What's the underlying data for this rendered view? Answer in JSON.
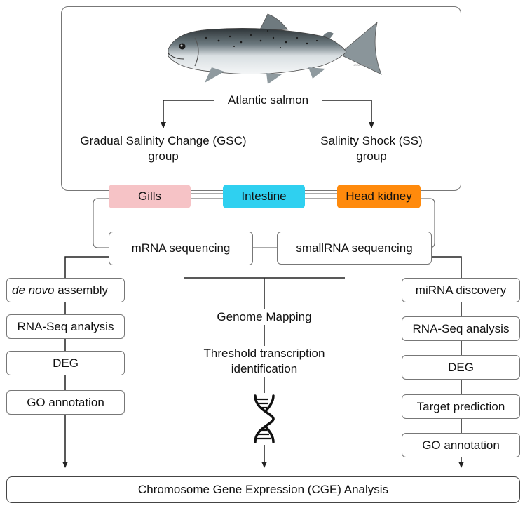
{
  "species": {
    "name": "Atlantic salmon",
    "watermark": "NOAA Fisheries"
  },
  "groups": {
    "gsc": [
      "Gradual Salinity Change (GSC)",
      "group"
    ],
    "ss": [
      "Salinity Shock (SS)",
      "group"
    ]
  },
  "tissues": [
    {
      "label": "Gills",
      "color": "#f6c3c6"
    },
    {
      "label": "Intestine",
      "color": "#2fd0f0"
    },
    {
      "label": "Head kidney",
      "color": "#ff8a0c"
    }
  ],
  "sequencing": {
    "mrna": "mRNA sequencing",
    "small": "smallRNA sequencing"
  },
  "left_steps": {
    "first_italic": "de novo",
    "first_rest": " assembly",
    "rest": [
      "RNA-Seq analysis",
      "DEG",
      "GO annotation"
    ]
  },
  "middle_steps": [
    "Genome Mapping",
    "Threshold transcription",
    "identification"
  ],
  "right_steps": [
    "miRNA discovery",
    "RNA-Seq analysis",
    "DEG",
    "Target prediction",
    "GO annotation"
  ],
  "bottom": {
    "label": "Chromosome Gene Expression (CGE) Analysis"
  },
  "colors": {
    "stroke": "#777777",
    "arrow": "#222222"
  }
}
